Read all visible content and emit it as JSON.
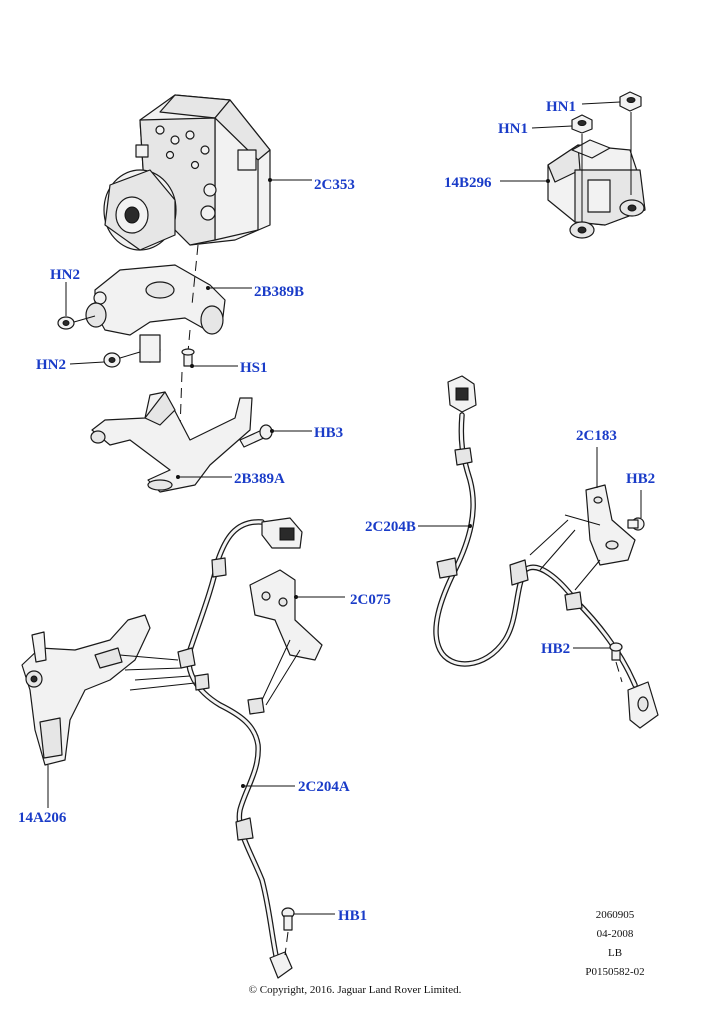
{
  "labels": {
    "c2c353": "2C353",
    "b2b389b": "2B389B",
    "hn2_top": "HN2",
    "hn2_bottom": "HN2",
    "hs1": "HS1",
    "hb3": "HB3",
    "b2b389a": "2B389A",
    "hn1_top": "HN1",
    "hn1_second": "HN1",
    "b14b296": "14B296",
    "c2c183": "2C183",
    "hb2_top": "HB2",
    "c2c204b": "2C204B",
    "hb2_bottom": "HB2",
    "c2c075": "2C075",
    "a14a206": "14A206",
    "c2c204a": "2C204A",
    "hb1": "HB1"
  },
  "reference": {
    "code": "2060905",
    "date": "04-2008",
    "side": "LB",
    "part_ref": "P0150582-02"
  },
  "copyright": "© Copyright, 2016. Jaguar Land Rover Limited.",
  "colors": {
    "label": "#1a3cc8",
    "line": "#111111"
  }
}
